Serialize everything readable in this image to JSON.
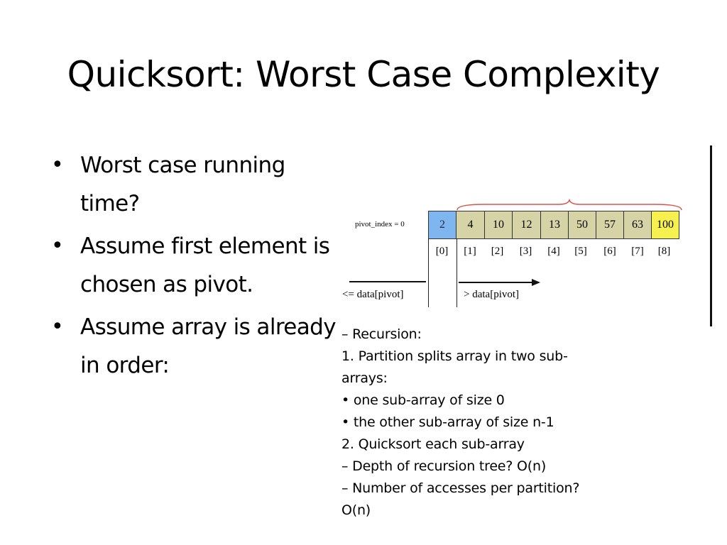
{
  "slide": {
    "title": "Quicksort: Worst Case Complexity",
    "bullets": [
      {
        "text": "Worst case running time?"
      },
      {
        "text": "Assume first element is chosen as pivot."
      },
      {
        "text": "Assume array is already in order:"
      }
    ],
    "bullet_glyph": "•"
  },
  "diagram": {
    "pivot_label": "pivot_index = 0",
    "cells": [
      {
        "value": "2",
        "index": "[0]",
        "role": "pivot",
        "color": "#7fb6f0"
      },
      {
        "value": "4",
        "index": "[1]",
        "role": "normal",
        "color": "#d6d3a6"
      },
      {
        "value": "10",
        "index": "[2]",
        "role": "normal",
        "color": "#d6d3a6"
      },
      {
        "value": "12",
        "index": "[3]",
        "role": "normal",
        "color": "#d6d3a6"
      },
      {
        "value": "13",
        "index": "[4]",
        "role": "normal",
        "color": "#d6d3a6"
      },
      {
        "value": "50",
        "index": "[5]",
        "role": "normal",
        "color": "#d6d3a6"
      },
      {
        "value": "57",
        "index": "[6]",
        "role": "normal",
        "color": "#d6d3a6"
      },
      {
        "value": "63",
        "index": "[7]",
        "role": "normal",
        "color": "#d6d3a6"
      },
      {
        "value": "100",
        "index": "[8]",
        "role": "max",
        "color": "#f7f14f"
      }
    ],
    "left_label": "<= data[pivot]",
    "right_label": "> data[pivot]",
    "brace_color": "#d9534f"
  },
  "notes": {
    "lines": [
      "– Recursion:",
      "1. Partition splits array in two sub-",
      "arrays:",
      "• one sub-array of size 0",
      "• the other sub-array of size n-1",
      "2. Quicksort each sub-array",
      "– Depth of recursion tree? O(n)",
      "– Number of accesses per partition?",
      "O(n)"
    ]
  }
}
